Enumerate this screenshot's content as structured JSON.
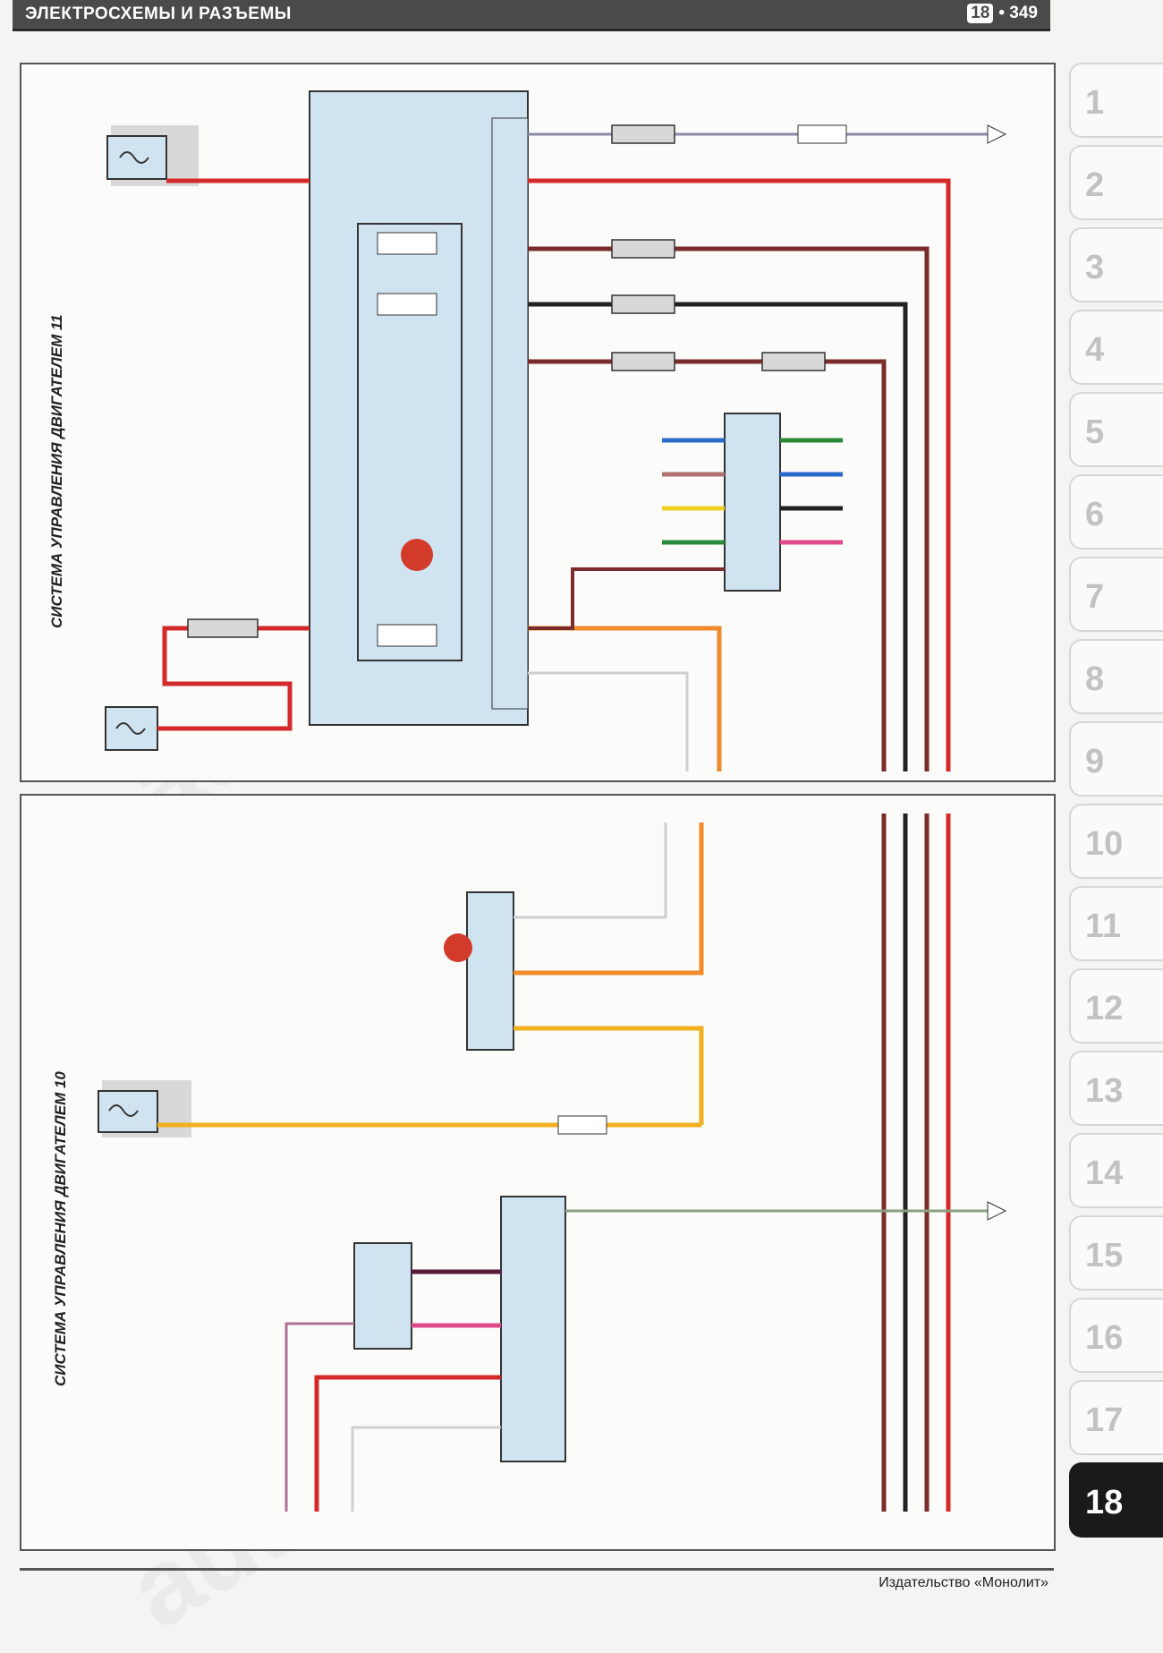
{
  "header": {
    "title": "ЭЛЕКТРОСХЕМЫ И РАЗЪЕМЫ",
    "chapter": "18",
    "page": "349"
  },
  "diagrams": [
    {
      "title": "СИСТЕМА УПРАВЛЕНИЯ ДВИГАТЕЛЕМ 11"
    },
    {
      "title": "СИСТЕМА УПРАВЛЕНИЯ ДВИГАТЕЛЕМ 10"
    }
  ],
  "tabs": [
    "1",
    "2",
    "3",
    "4",
    "5",
    "6",
    "7",
    "8",
    "9",
    "10",
    "11",
    "12",
    "13",
    "14",
    "15",
    "16",
    "17",
    "18"
  ],
  "active_tab": "18",
  "footer": {
    "publisher": "Издательство «Монолит»"
  },
  "watermark": "autopapyrus.ru",
  "colors": {
    "accent_header": "#4a4a4a",
    "module_fill": "#cfe3f1",
    "wire_red": "#d42a2a",
    "wire_orange": "#f08a2a",
    "wire_brown": "#7a2b2b",
    "wire_black": "#222222",
    "wire_pink": "#e14a8a",
    "wire_yellow": "#f0b020",
    "wire_green": "#2a8a3a",
    "wire_blue": "#2a6ac8"
  }
}
